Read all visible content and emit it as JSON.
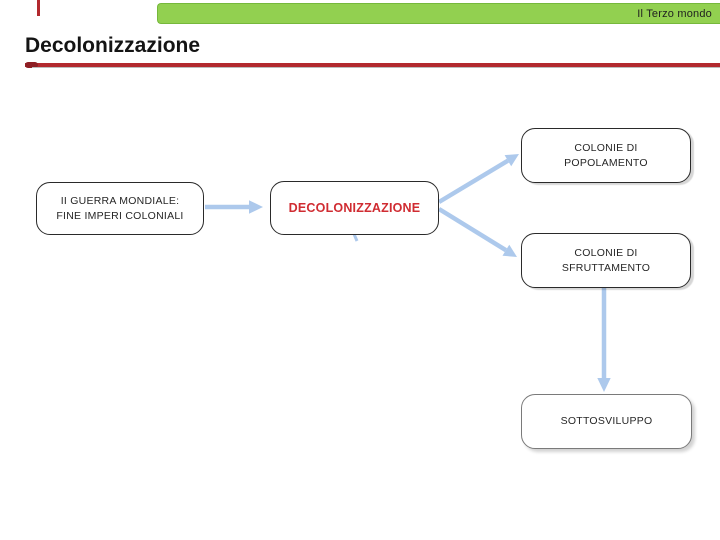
{
  "header": {
    "badge": "Il Terzo mondo"
  },
  "title": "Decolonizzazione",
  "diagram": {
    "nodes": {
      "ww2": {
        "label": "II GUERRA MONDIALE:\nFINE IMPERI COLONIALI"
      },
      "decolonizzazione": {
        "label": "DECOLONIZZAZIONE"
      },
      "popolamento": {
        "label": "COLONIE DI\nPOPOLAMENTO"
      },
      "sfruttamento": {
        "label": "COLONIE DI\nSFRUTTAMENTO"
      },
      "sottosviluppo": {
        "label": "SOTTOSVILUPPO"
      }
    },
    "edges": [
      {
        "from": "ww2",
        "to": "decolonizzazione"
      },
      {
        "from": "decolonizzazione",
        "to": "popolamento"
      },
      {
        "from": "decolonizzazione",
        "to": "sfruttamento"
      },
      {
        "from": "sfruttamento",
        "to": "sottosviluppo"
      }
    ]
  },
  "theme": {
    "header_bar_green": "#92d050",
    "header_bar_border": "#76b83c",
    "underline_red": "#b2292e",
    "underline_shadow": "#bdbdbd",
    "accent_text_red": "#d02c32",
    "arrow_blue": "#adc9ec",
    "box_border_dark": "#2a2a2a",
    "box_border_gray": "#7a7a7a"
  }
}
